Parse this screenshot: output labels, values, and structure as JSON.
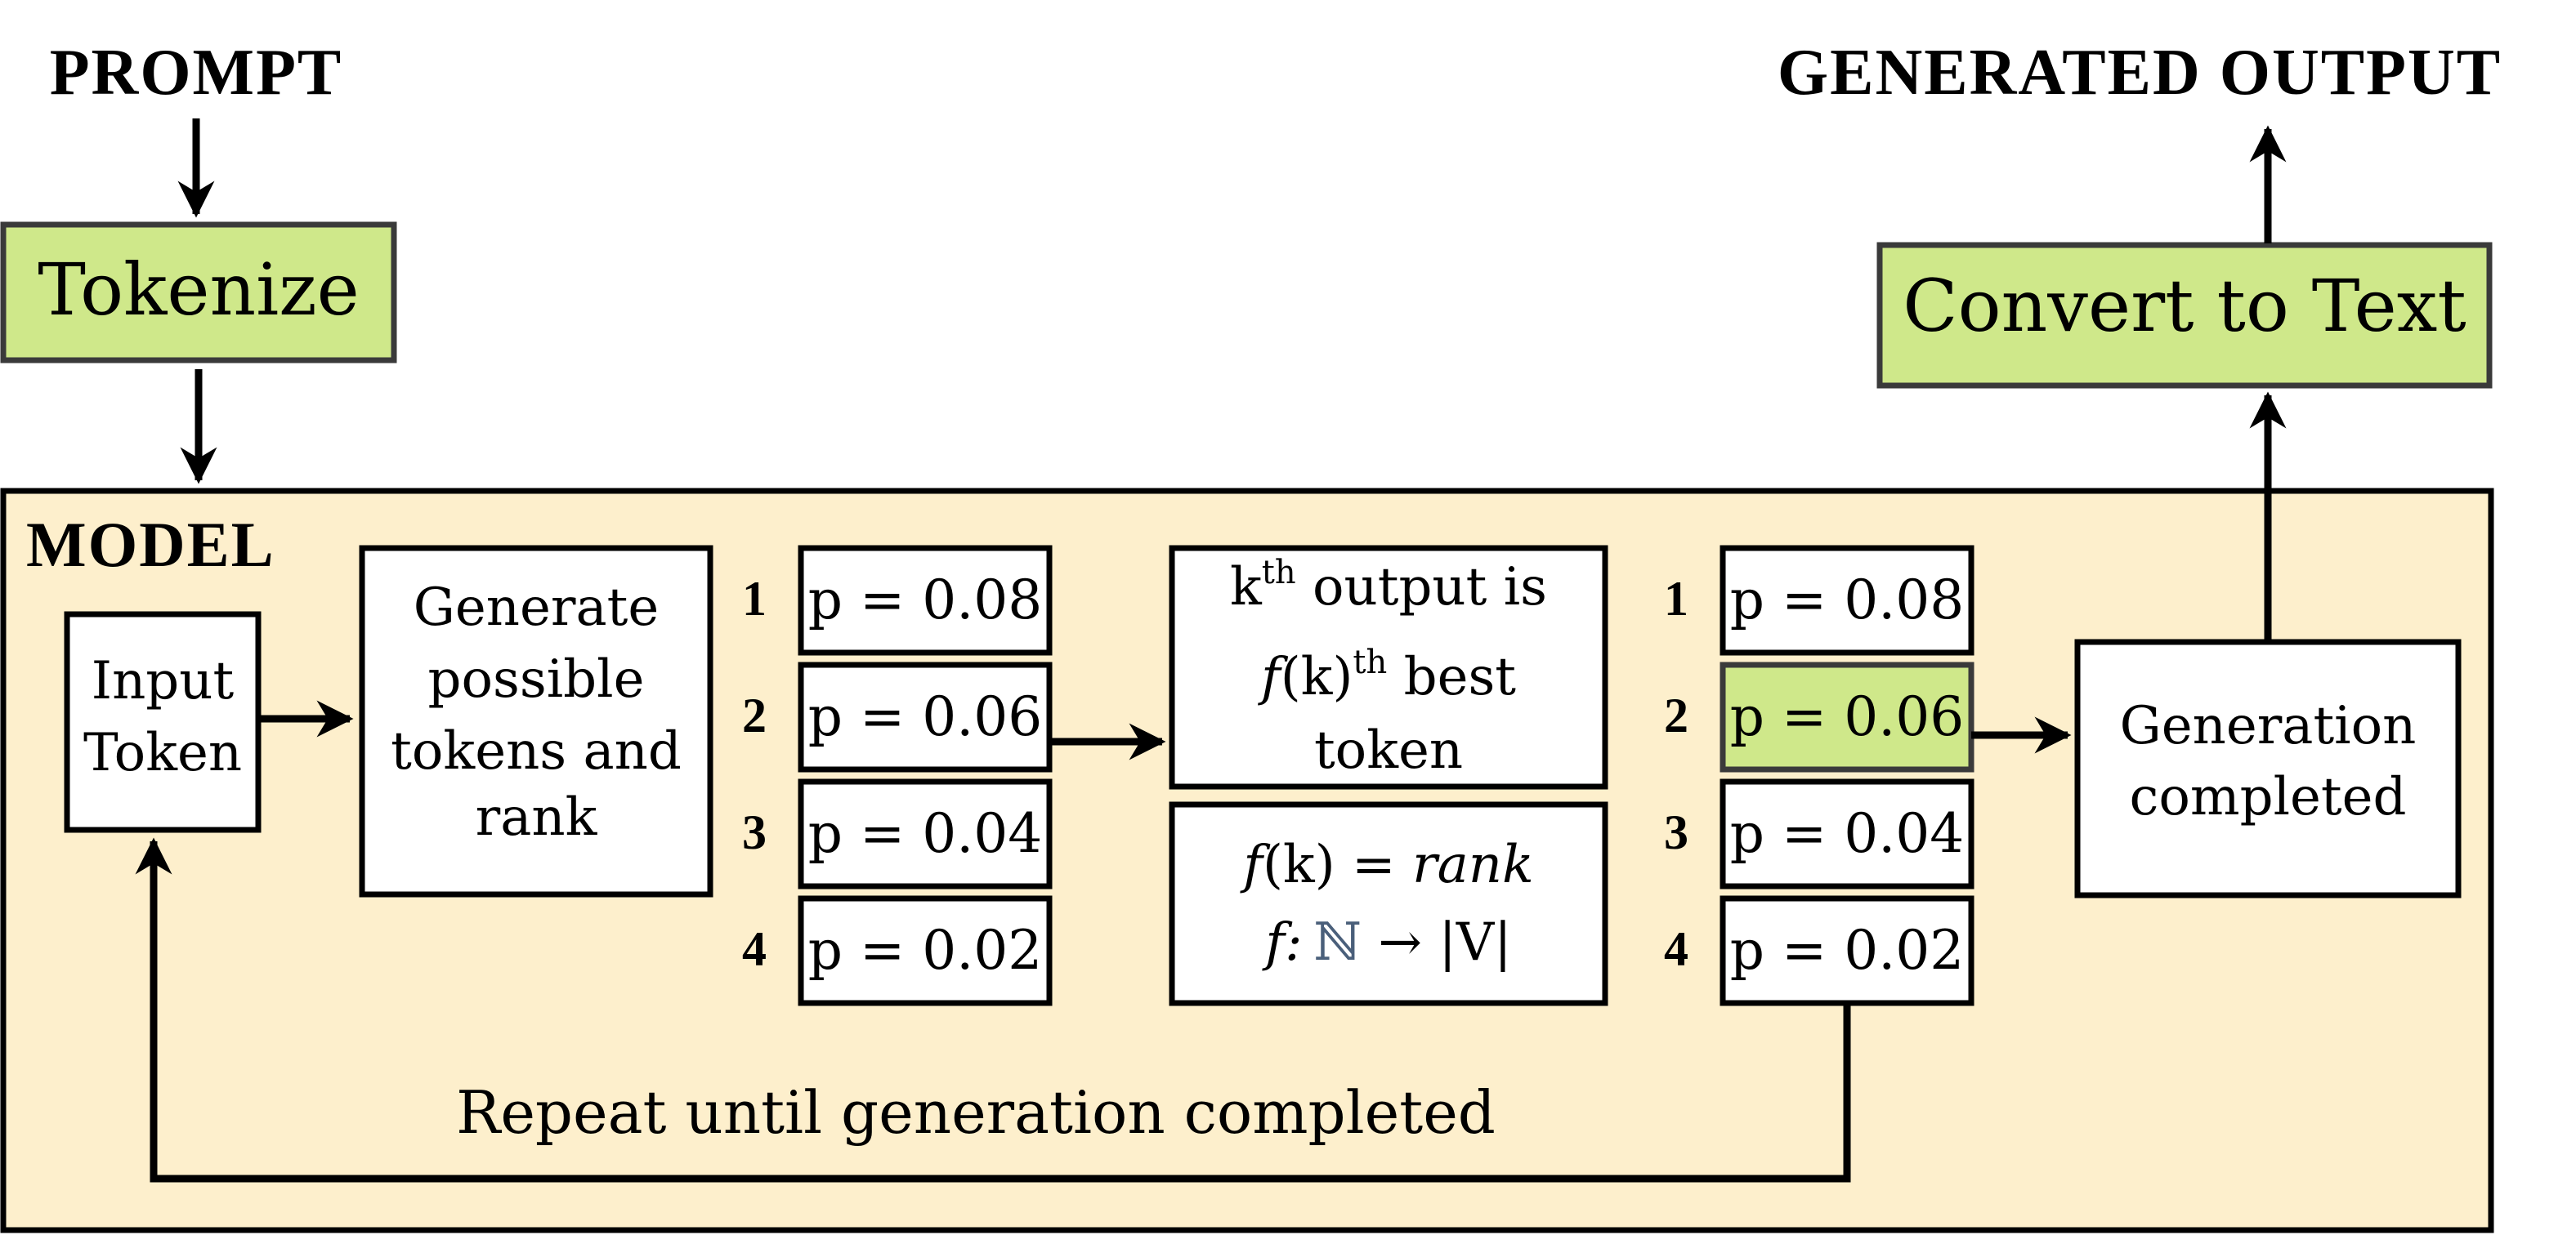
{
  "labels": {
    "prompt": "PROMPT",
    "generated_output": "GENERATED OUTPUT",
    "tokenize": "Tokenize",
    "convert_to_text": "Convert to Text",
    "model": "MODEL",
    "input_token": [
      "Input",
      "Token"
    ],
    "generate_box": [
      "Generate",
      "possible",
      "tokens and",
      "rank"
    ],
    "kth_box": {
      "k": "k",
      "th": "th",
      "output_is": " output is",
      "f": "f",
      "paren_k": "(k)",
      "best": " best",
      "token": "token"
    },
    "rank_box": {
      "line1_f": "f",
      "line1_mid": "(k) = ",
      "line1_rank": "rank",
      "line2_f": "f:",
      "line2_N": "ℕ",
      "line2_rest": " → |V|"
    },
    "generation_completed": [
      "Generation",
      "completed"
    ],
    "repeat_label": "Repeat until generation completed"
  },
  "probability_lists": [
    {
      "ranks": [
        "1",
        "2",
        "3",
        "4"
      ],
      "values": [
        "p = 0.08",
        "p = 0.06",
        "p = 0.04",
        "p = 0.02"
      ],
      "selected_index": null
    },
    {
      "ranks": [
        "1",
        "2",
        "3",
        "4"
      ],
      "values": [
        "p = 0.08",
        "p = 0.06",
        "p = 0.04",
        "p = 0.02"
      ],
      "selected_index": 1
    }
  ],
  "colors": {
    "green": "#cfe88a",
    "model_bg": "#fdefcc",
    "stroke": "#000000",
    "box_border": "#3a3a3a",
    "math_blue": "#4a5f7a"
  }
}
